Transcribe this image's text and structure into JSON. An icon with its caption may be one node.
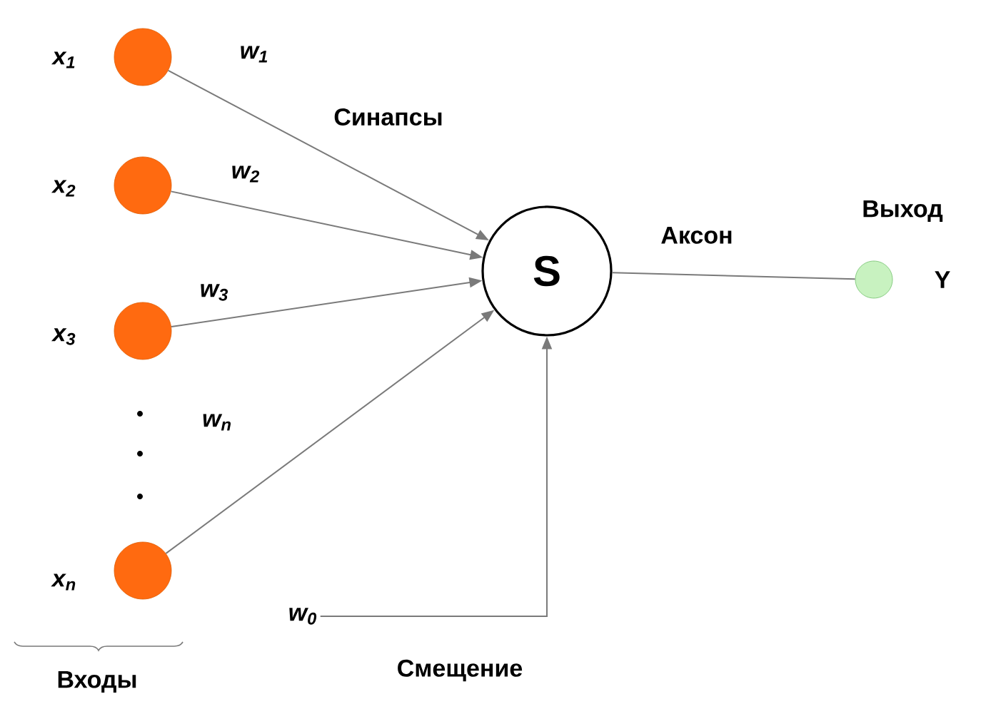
{
  "diagram": {
    "nodes": [
      {
        "text": [],
        "shape": "circle",
        "beside": [
          "x$_{1}$"
        ]
      },
      {
        "text": [],
        "shape": "circle",
        "beside": [
          "x$_{2}$"
        ]
      },
      {
        "text": [],
        "shape": "circle",
        "beside": [
          "x$_{3}$"
        ]
      },
      {
        "text": [],
        "shape": "circle",
        "beside": [
          "x$_{n}$"
        ]
      },
      {
        "text": [
          "S"
        ]
      },
      {
        "text": [],
        "shape": "circle",
        "beside": [
          "Выход",
          "Y"
        ]
      },
      {
        "text": [
          "w$_{0}$"
        ]
      }
    ],
    "edges": [
      {
        "from": 0,
        "to": 4,
        "arrow": "to",
        "label": "w$_{1}$"
      },
      {
        "from": 1,
        "to": 4,
        "arrow": "to",
        "label": "w$_{2}$"
      },
      {
        "from": 2,
        "to": 4,
        "arrow": "to",
        "label": "w$_{3}$"
      },
      {
        "from": 3,
        "to": 4,
        "arrow": "to",
        "label": "w$_{n}$"
      },
      {
        "from": 4,
        "to": 5,
        "arrow": "none",
        "label": "Аксон"
      },
      {
        "from": 6,
        "to": 4,
        "arrow": "to",
        "label": "Смещение"
      }
    ],
    "labels": [
      "Синапсы",
      "Входы"
    ]
  }
}
